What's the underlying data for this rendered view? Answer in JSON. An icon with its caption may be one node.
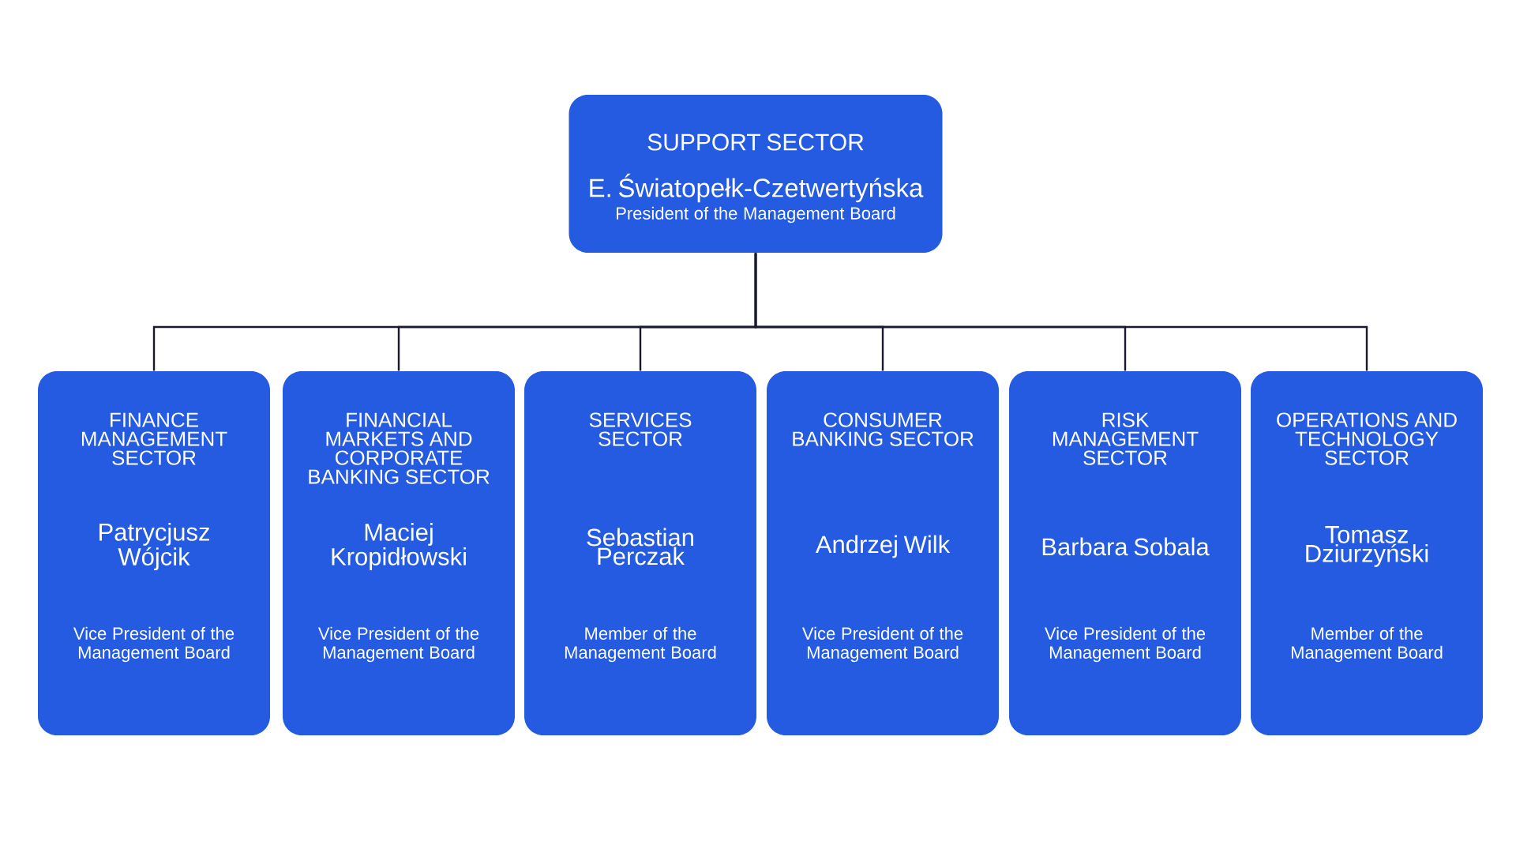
{
  "diagram": {
    "nodes": [
      {
        "text": [
          "SUPPORT SECTOR",
          "E. Światopełk-Czetwertyńska",
          "President of the Management Board"
        ]
      },
      {
        "text": [
          "FINANCE MANAGEMENT SECTOR",
          "Patrycjusz Wójcik",
          "Vice President of the Management Board"
        ]
      },
      {
        "text": [
          "FINANCIAL MARKETS AND CORPORATE BANKING SECTOR",
          "Maciej Kropidłowski",
          "Vice President of the Management Board"
        ]
      },
      {
        "text": [
          "SERVICES SECTOR",
          "Sebastian Perczak",
          "Member of the Management Board"
        ]
      },
      {
        "text": [
          "CONSUMER BANKING SECTOR",
          "Andrzej Wilk",
          "Vice President of the Management Board"
        ]
      },
      {
        "text": [
          "RISK MANAGEMENT SECTOR",
          "Barbara Sobala",
          "Vice President of the Management Board"
        ]
      },
      {
        "text": [
          "OPERATIONS AND TECHNOLOGY SECTOR",
          "Tomasz Dziurzyński",
          "Member of the Management Board"
        ]
      }
    ],
    "edges": [
      {
        "from": 0,
        "to": 1,
        "arrow": "none"
      },
      {
        "from": 0,
        "to": 2,
        "arrow": "none"
      },
      {
        "from": 0,
        "to": 3,
        "arrow": "none"
      },
      {
        "from": 0,
        "to": 4,
        "arrow": "none"
      },
      {
        "from": 0,
        "to": 5,
        "arrow": "none"
      },
      {
        "from": 0,
        "to": 6,
        "arrow": "none"
      }
    ]
  }
}
